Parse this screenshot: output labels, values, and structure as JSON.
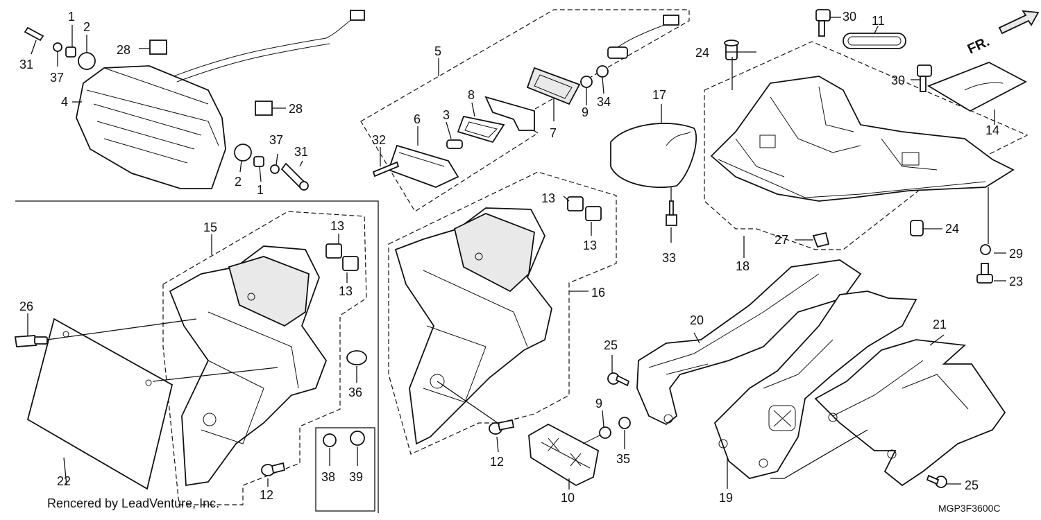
{
  "diagram": {
    "credit": "Rencered by LeadVenture, Inc.",
    "code": "MGP3F3600C",
    "front_marker": "FR.",
    "callouts": [
      "1",
      "2",
      "3",
      "4",
      "5",
      "6",
      "7",
      "8",
      "9",
      "10",
      "11",
      "12",
      "13",
      "14",
      "15",
      "16",
      "17",
      "18",
      "19",
      "20",
      "21",
      "22",
      "23",
      "24",
      "25",
      "26",
      "27",
      "28",
      "29",
      "30",
      "31",
      "32",
      "33",
      "34",
      "35",
      "36",
      "37",
      "38",
      "39"
    ]
  }
}
